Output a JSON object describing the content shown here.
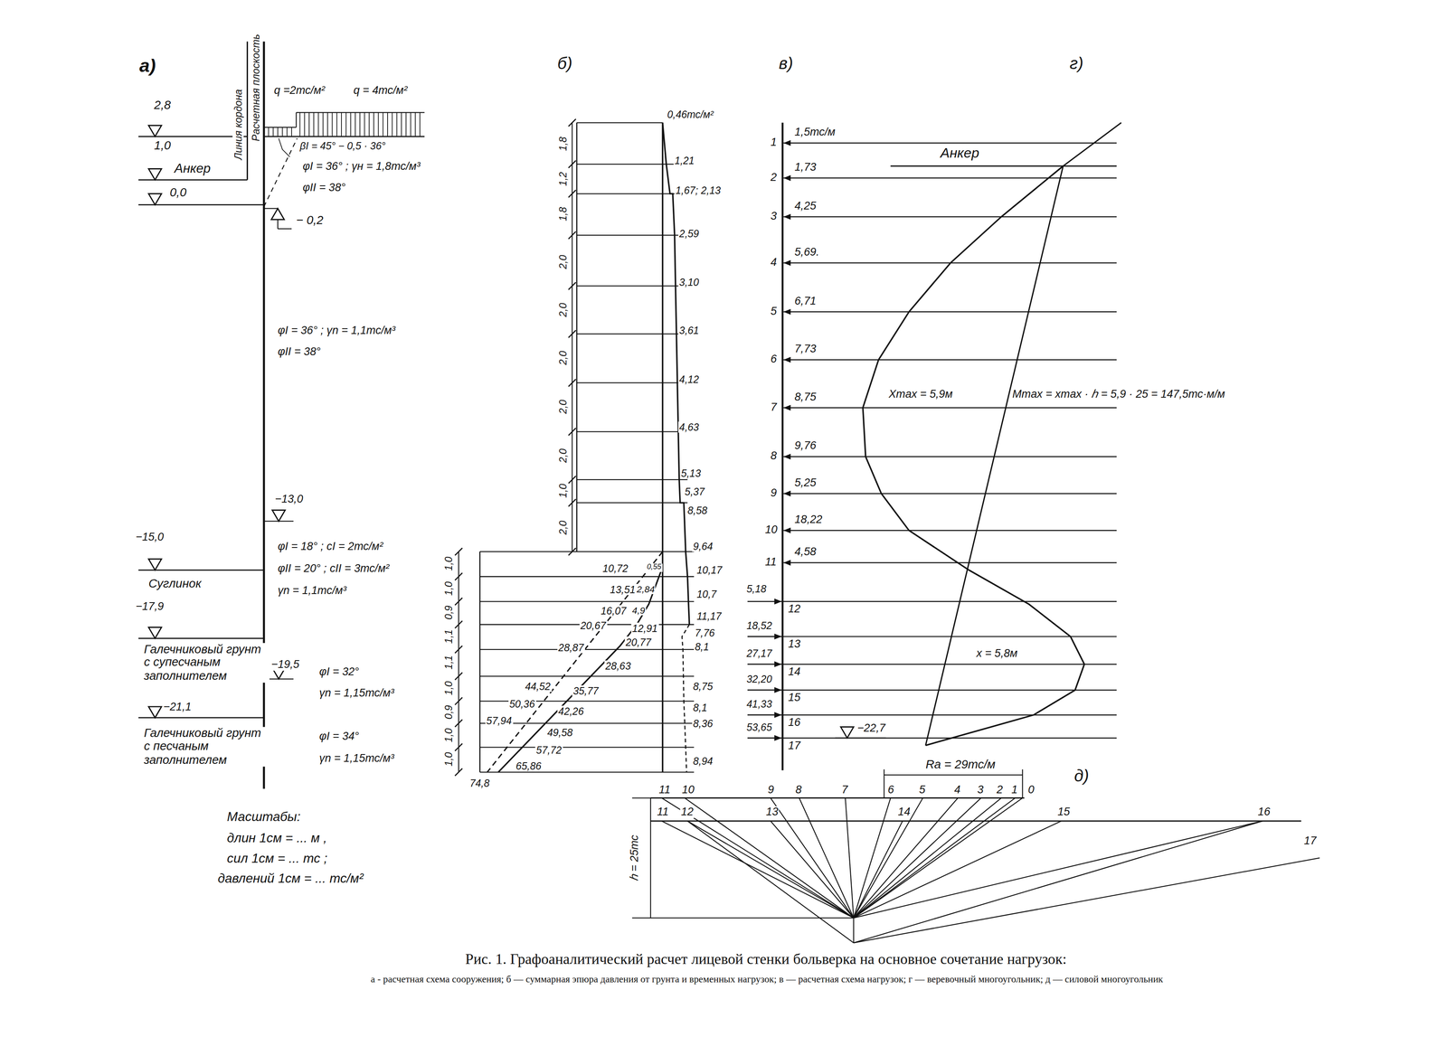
{
  "diagram": {
    "caption": "Рис. 1. Графоаналитический расчет лицевой стенки больверка на основное сочетание нагрузок:",
    "labels": [
      "а)",
      "2,8",
      "1,0",
      "Анкер",
      "0,0",
      "Линия кордона",
      "Расчетная плоскость",
      "q =2тс/м²",
      "q = 4тс/м²",
      "βI = 45° − 0,5 · 36°",
      "φI = 36° ; γн = 1,8тс/м³",
      "φII = 38°",
      "− 0,2",
      "φI = 36° ; γn = 1,1тс/м³",
      "φII = 38°",
      "−13,0",
      "−15,0",
      "φI = 18° ; cI = 2тс/м²",
      "φII = 20° ; cII = 3тс/м²",
      "γn = 1,1тс/м³",
      "Суглинок",
      "−17,9",
      "Галечниковый грунт с супесчаным заполнителем",
      "−19,5",
      "φI = 32°",
      "γn = 1,15тс/м³",
      "−21,1",
      "Галечниковый грунт с песчаным заполнителем",
      "φI = 34°",
      "γn = 1,15тс/м³",
      "Масштабы:",
      "длин 1см = ... м ,",
      "сил 1см = ... тс ;",
      "давлений 1см = ... тс/м²",
      "б)",
      "1,8",
      "1,2",
      "1,8",
      "2,0",
      "2,0",
      "2,0",
      "2,0",
      "2,0",
      "1,0",
      "2,0",
      "1,0",
      "1,0",
      "0,9",
      "1,1",
      "1,1",
      "1,0",
      "0,9",
      "1,0",
      "1,0",
      "0,46тс/м²",
      "1,21",
      "1,67; 2,13",
      "2,59",
      "3,10",
      "3,61",
      "4,12",
      "4,63",
      "5,13",
      "5,37",
      "8,58",
      "9,64",
      "10,17",
      "10,7",
      "11,17",
      "7,76",
      "8,1",
      "8,75",
      "8,1",
      "8,36",
      "8,94",
      "10,72",
      "0,55",
      "13,51",
      "2,84",
      "16,07",
      "4,9",
      "20,67",
      "12,91",
      "20,77",
      "28,87",
      "28,63",
      "44,52",
      "35,77",
      "50,36",
      "42,26",
      "57,94",
      "49,58",
      "57,72",
      "65,86",
      "74,8",
      "в)",
      "1,5тс/м",
      "1,73",
      "4,25",
      "5,69.",
      "6,71",
      "7,73",
      "8,75",
      "9,76",
      "5,25",
      "18,22",
      "4,58",
      "5,18",
      "18,52",
      "27,17",
      "32,20",
      "41,33",
      "53,65",
      "1",
      "2",
      "3",
      "4",
      "5",
      "6",
      "7",
      "8",
      "9",
      "10",
      "11",
      "12",
      "13",
      "14",
      "15",
      "16",
      "17",
      "Анкер",
      "−22,7",
      "г)",
      "Xmax = 5,9м",
      "Mmax = xmax · ℎ = 5,9 · 25 = 147,5тс·м/м",
      "x = 5,8м",
      "Ra = 29тс/м",
      "д)",
      "11",
      "10",
      "9",
      "8",
      "7",
      "6",
      "5",
      "4",
      "3",
      "2",
      "1",
      "0",
      "11",
      "12",
      "13",
      "14",
      "15",
      "16",
      "17",
      "ℎ = 25тс",
      "а - расчетная схема сооружения; б — суммарная эпюра давления от грунта и временных нагрузок; в — расчетная схема нагрузок; г — веревочный многоугольник; д — силовой многоугольник"
    ]
  }
}
